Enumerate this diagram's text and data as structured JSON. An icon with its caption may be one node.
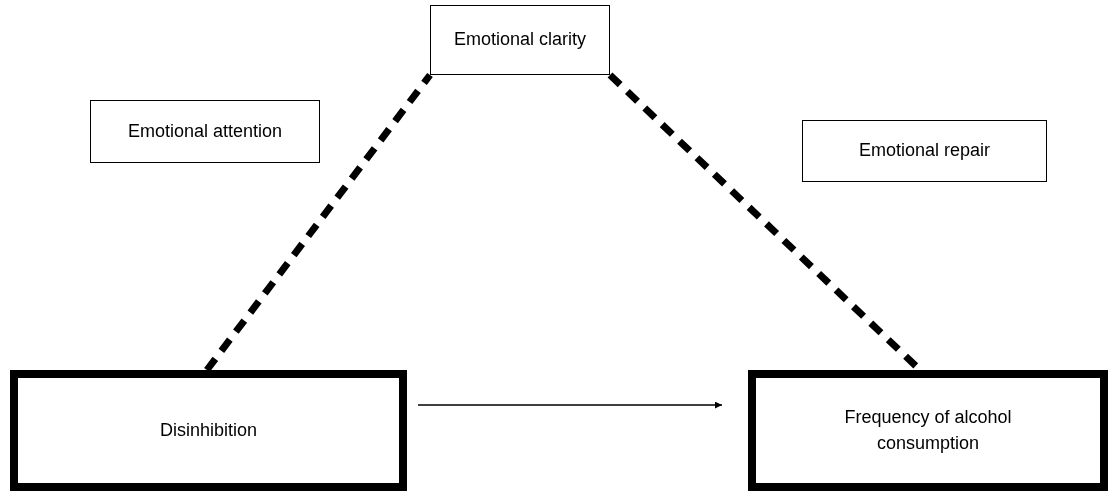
{
  "diagram": {
    "nodes": [
      {
        "text": [
          "Emotional clarity"
        ]
      },
      {
        "text": [
          "Emotional attention"
        ]
      },
      {
        "text": [
          "Emotional repair"
        ]
      },
      {
        "text": [
          "Disinhibition"
        ]
      },
      {
        "text": [
          "Frequency of alcohol consumption"
        ]
      }
    ],
    "edges": [
      {
        "from": 3,
        "to": 4,
        "arrow": "to"
      },
      {
        "from": 3,
        "to": 0,
        "arrow": "none",
        "style": "dashed"
      },
      {
        "from": 0,
        "to": 4,
        "arrow": "none",
        "style": "dashed"
      }
    ]
  }
}
